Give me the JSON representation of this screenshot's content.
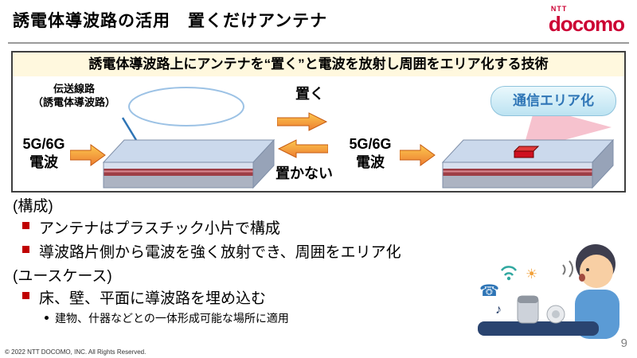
{
  "colors": {
    "docomo_red": "#CC0033",
    "arrow_orange": "#ED7D31",
    "bullet_red": "#C00000",
    "area_label_blue": "#2E75B6",
    "beam_pink": "#EE8FA6",
    "caption_bg": "#FFF8DE"
  },
  "header": {
    "title": "誘電体導波路の活用　置くだけアンテナ",
    "logo_ntt": "NTT",
    "logo_docomo": "docomo"
  },
  "diagram": {
    "caption": "誘電体導波路上にアンテナを“置く”と電波を放射し周囲をエリア化する技術",
    "transmission_line_label_1": "伝送線路",
    "transmission_line_label_2": "（誘電体導波路）",
    "left_wave_line1": "5G/6G",
    "left_wave_line2": "電波",
    "place_label": "置く",
    "remove_label": "置かない",
    "right_wave_line1": "5G/6G",
    "right_wave_line2": "電波",
    "area_label": "通信エリア化"
  },
  "body": {
    "composition_heading": "(構成)",
    "composition_bullets": [
      "アンテナはプラスチック小片で構成",
      "導波路片側から電波を強く放射でき、周囲をエリア化"
    ],
    "usecase_heading": "(ユースケース)",
    "usecase_bullets": [
      "床、壁、平面に導波路を埋め込む"
    ],
    "usecase_sub_bullet": "建物、什器などとの一体形成可能な場所に適用"
  },
  "illustration": {
    "icons": {
      "phone": "☎",
      "sun": "☀",
      "music_note": "♪"
    }
  },
  "footer": {
    "copyright": "© 2022 NTT DOCOMO, INC. All Rights Reserved.",
    "page_number": "9"
  }
}
